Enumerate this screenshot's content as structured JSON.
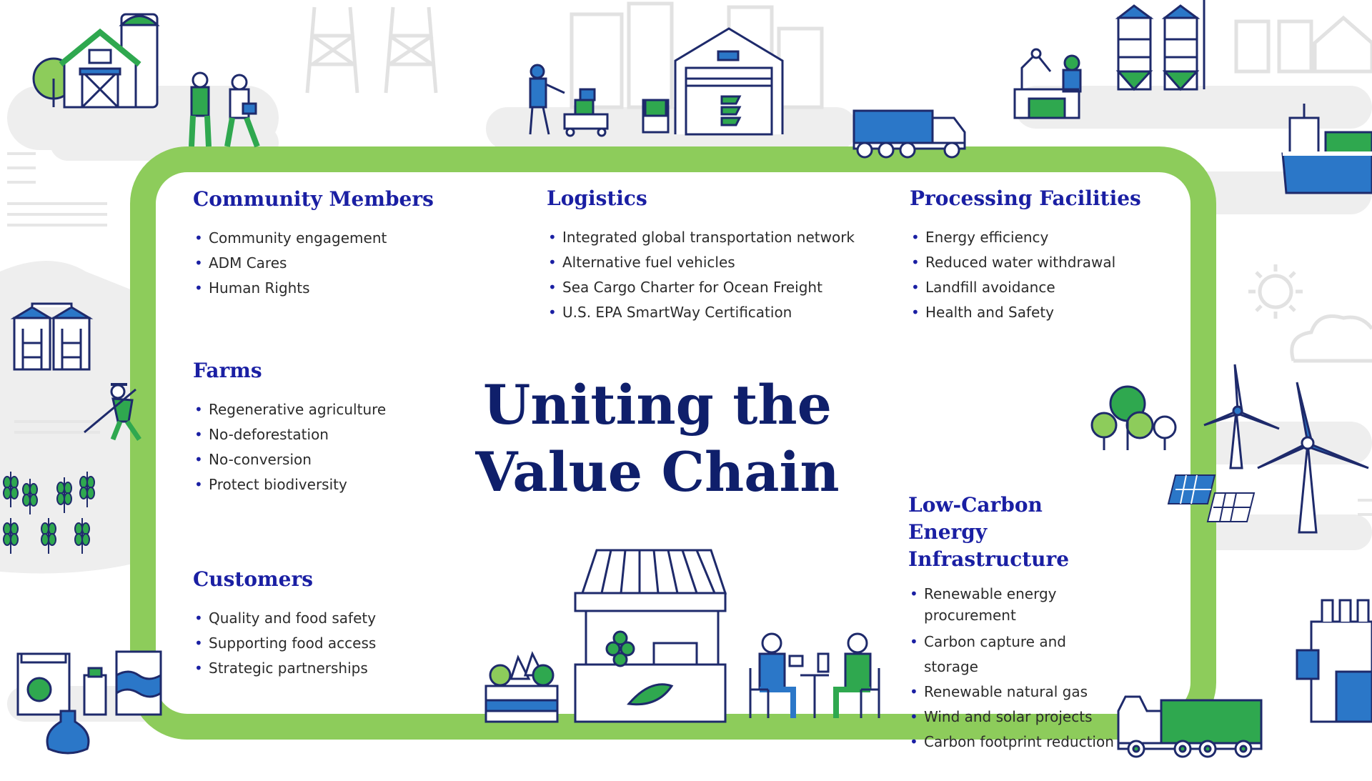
{
  "title": {
    "line1": "Uniting the",
    "line2": "Value Chain"
  },
  "colors": {
    "frame_green": "#8dcc5b",
    "heading_blue": "#1a1fa3",
    "title_navy": "#0f1f6b",
    "icon_blue": "#2b77c8",
    "icon_green": "#2fa84f",
    "icon_outline": "#1e2a6b",
    "background_gray": "#eeeeee"
  },
  "sections": {
    "community": {
      "heading": "Community Members",
      "items": [
        "Community engagement",
        "ADM Cares",
        "Human Rights"
      ]
    },
    "logistics": {
      "heading": "Logistics",
      "items": [
        "Integrated global transportation network",
        "Alternative fuel vehicles",
        "Sea Cargo Charter for Ocean Freight",
        "U.S. EPA SmartWay Certification"
      ]
    },
    "processing": {
      "heading": "Processing Facilities",
      "items": [
        "Energy efficiency",
        "Reduced water withdrawal",
        "Landfill avoidance",
        "Health and Safety"
      ]
    },
    "farms": {
      "heading": "Farms",
      "items": [
        "Regenerative agriculture",
        "No-deforestation",
        "No-conversion",
        "Protect biodiversity"
      ]
    },
    "customers": {
      "heading": "Customers",
      "items": [
        "Quality and food safety",
        "Supporting food access",
        "Strategic partnerships"
      ]
    },
    "energy": {
      "heading_line1": "Low-Carbon Energy",
      "heading_line2": "Infrastructure",
      "items": [
        "Renewable energy procurement",
        "Carbon capture and storage",
        "Renewable natural gas",
        "Wind and solar projects",
        "Carbon footprint reduction"
      ]
    }
  },
  "icons": [
    "barn-icon",
    "silo-icon",
    "farmers-icon",
    "power-tower-icon",
    "city-buildings-icon",
    "warehouse-icon",
    "forklift-worker-icon",
    "truck-icon",
    "factory-robot-icon",
    "silo-pair-icon",
    "cargo-ship-icon",
    "sun-icon",
    "cloud-icon",
    "trees-icon",
    "wind-turbine-icon",
    "solar-panel-icon",
    "grain-silos-icon",
    "farmer-hoe-icon",
    "wheat-crops-icon",
    "food-packages-icon",
    "flask-icon",
    "market-stall-icon",
    "vegetable-crate-icon",
    "dining-people-icon",
    "factory-icon",
    "green-truck-icon"
  ]
}
